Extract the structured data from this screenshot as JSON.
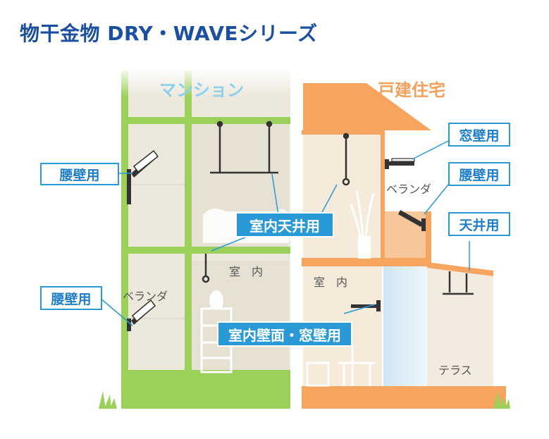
{
  "title": "物干金物 DRY・WAVEシリーズ",
  "sections": {
    "mansion": {
      "label": "マンション",
      "color": "#8cd0ee"
    },
    "house": {
      "label": "戸建住宅",
      "color": "#f3a25e"
    }
  },
  "labels": {
    "mansion_upper_waist_wall": "腰壁用",
    "mansion_lower_waist_wall": "腰壁用",
    "house_window_wall": "窓壁用",
    "house_waist_wall": "腰壁用",
    "house_ceiling": "天井用",
    "indoor_ceiling": "室内天井用",
    "indoor_wall_window": "室内壁面・窓壁用"
  },
  "rooms": {
    "mansion_indoor": "室　内",
    "mansion_veranda": "ベランダ",
    "house_indoor": "室　内",
    "house_veranda": "ベランダ",
    "house_terrace": "テラス"
  },
  "colors": {
    "title": "#1b4fa0",
    "label_border": "#2a9ad6",
    "mansion_structure": "#9bd05a",
    "house_structure": "#f5a55f",
    "wall_fill": "#ece8dc",
    "house_wall_fill": "#f6eadb"
  }
}
